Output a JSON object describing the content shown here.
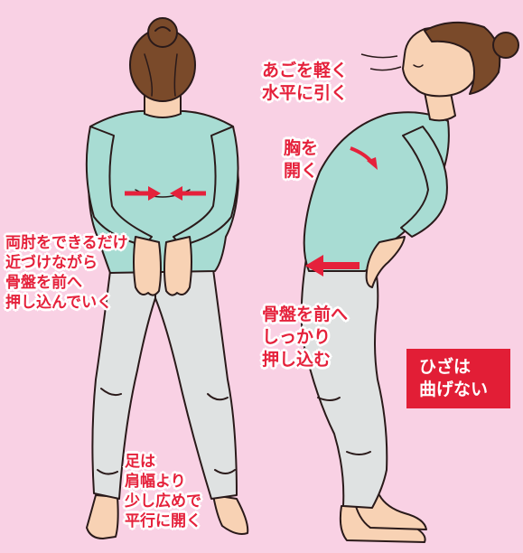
{
  "labels": {
    "chin": "あごを軽く\n水平に引く",
    "chest": "胸を\n開く",
    "elbows": "両肘をできるだけ\n近づけながら\n骨盤を前へ\n押し込んでいく",
    "pelvis": "骨盤を前へ\nしっかり\n押し込む",
    "knees": "ひざは\n曲げない",
    "feet": "足は\n肩幅より\n少し広めで\n平行に開く"
  },
  "colors": {
    "background": "#f9d1e4",
    "shirt": "#a8dcd3",
    "pants": "#dfe2e2",
    "skin": "#f8d2b4",
    "hair": "#7a4a2a",
    "accent": "#e5213b"
  }
}
